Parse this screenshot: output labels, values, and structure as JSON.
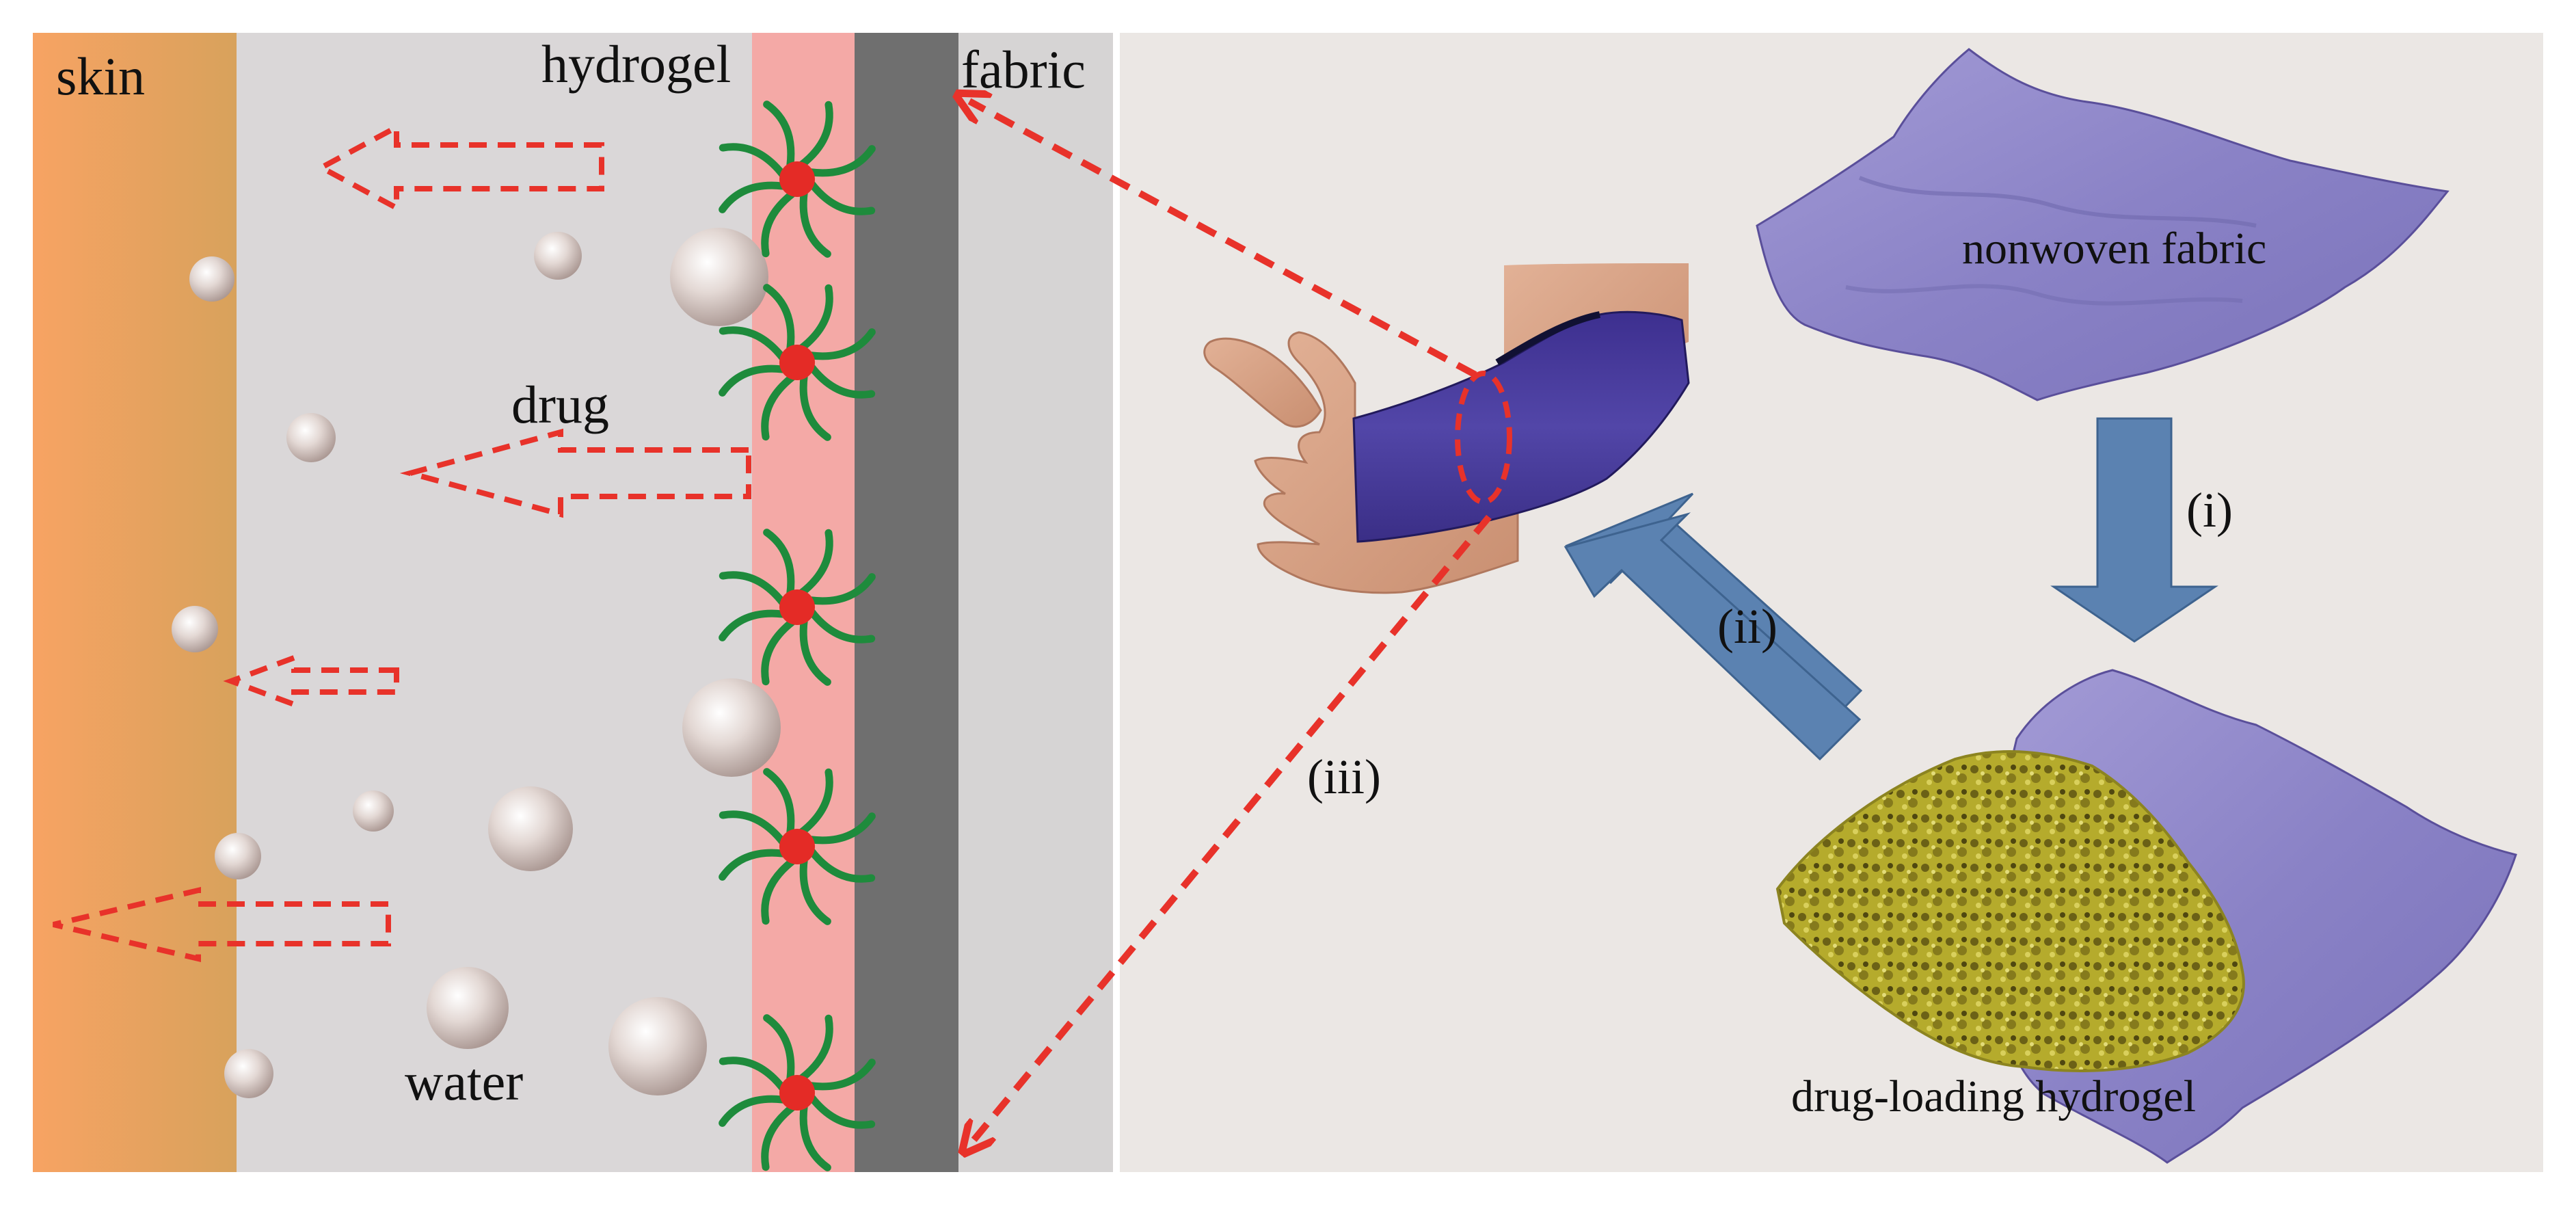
{
  "labels": {
    "skin": "skin",
    "hydrogel": "hydrogel",
    "fabric": "fabric",
    "drug": "drug",
    "water": "water",
    "nonwoven_fabric": "nonwoven fabric",
    "drug_loading_hydrogel": "drug-loading hydrogel",
    "step_i": "(i)",
    "step_ii": "(ii)",
    "step_iii": "(iii)"
  },
  "colors": {
    "skin_top": "#f6a063",
    "skin_bottom": "#d6a25e",
    "water_region": "#dad7d8",
    "hydrogel_band": "#f4a9a6",
    "fabric_band": "#6f6f6f",
    "fabric_light": "#d6d4d4",
    "right_panel": "#ebe7e4",
    "nonwoven": "#8f87c9",
    "bandage": "#4a3c9c",
    "hydrogel_mass": "#b7ad2a",
    "process_arrow": "#5b82b1",
    "release_arrow": "#e8322a",
    "polymer_chain": "#1e8b3c",
    "polymer_core": "#e42b26",
    "skin_tone": "#d9a383"
  }
}
